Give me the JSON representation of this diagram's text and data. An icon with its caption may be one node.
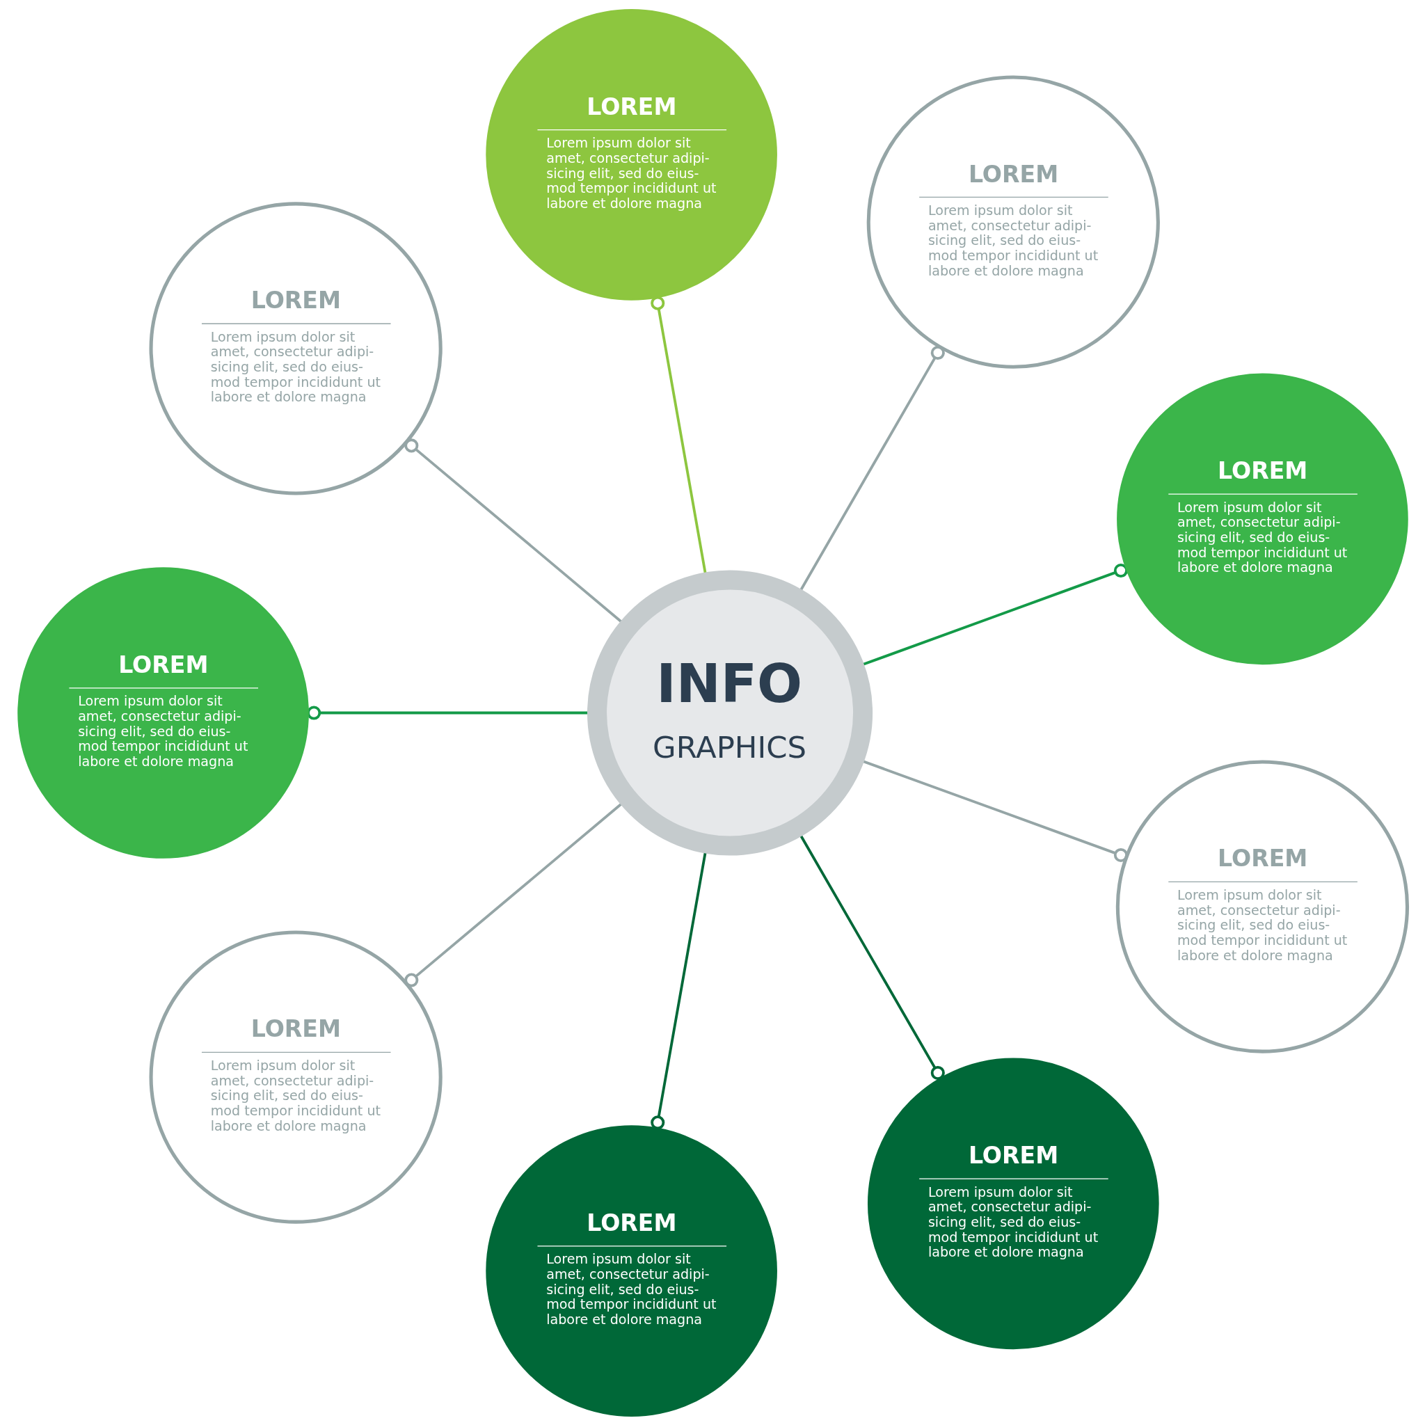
{
  "diagram": {
    "nodes": [
      {
        "text": [
          "INFO",
          "GRAPHICS"
        ]
      },
      {
        "text": [
          "LOREM",
          "Lorem ipsum dolor sit amet, consectetur adipi- sicing elit, sed do eius- mod tempor incididunt ut labore et dolore magna"
        ]
      },
      {
        "text": [
          "LOREM",
          "Lorem ipsum dolor sit amet, consectetur adipi- sicing elit, sed do eius- mod tempor incididunt ut labore et dolore magna"
        ]
      },
      {
        "text": [
          "LOREM",
          "Lorem ipsum dolor sit amet, consectetur adipi- sicing elit, sed do eius- mod tempor incididunt ut labore et dolore magna"
        ]
      },
      {
        "text": [
          "LOREM",
          "Lorem ipsum dolor sit amet, consectetur adipi- sicing elit, sed do eius- mod tempor incididunt ut labore et dolore magna"
        ]
      },
      {
        "text": [
          "LOREM",
          "Lorem ipsum dolor sit amet, consectetur adipi- sicing elit, sed do eius- mod tempor incididunt ut labore et dolore magna"
        ]
      },
      {
        "text": [
          "LOREM",
          "Lorem ipsum dolor sit amet, consectetur adipi- sicing elit, sed do eius- mod tempor incididunt ut labore et dolore magna"
        ]
      },
      {
        "text": [
          "LOREM",
          "Lorem ipsum dolor sit amet, consectetur adipi- sicing elit, sed do eius- mod tempor incididunt ut labore et dolore magna"
        ]
      },
      {
        "text": [
          "LOREM",
          "Lorem ipsum dolor sit amet, consectetur adipi- sicing elit, sed do eius- mod tempor incididunt ut labore et dolore magna"
        ]
      },
      {
        "text": [
          "LOREM",
          "Lorem ipsum dolor sit amet, consectetur adipi- sicing elit, sed do eius- mod tempor incididunt ut labore et dolore magna"
        ]
      }
    ],
    "edges": [
      {
        "from": 0,
        "to": 1,
        "arrow": "other",
        "color": "#8dc63f"
      },
      {
        "from": 0,
        "to": 2,
        "arrow": "other"
      },
      {
        "from": 0,
        "to": 3,
        "arrow": "other"
      },
      {
        "from": 0,
        "to": 4,
        "arrow": "other",
        "color": "#139a48"
      },
      {
        "from": 0,
        "to": 5,
        "arrow": "other",
        "color": "#139a48"
      },
      {
        "from": 0,
        "to": 6,
        "arrow": "other"
      },
      {
        "from": 0,
        "to": 7,
        "arrow": "other"
      },
      {
        "from": 0,
        "to": 8,
        "arrow": "other",
        "color": "#006838"
      },
      {
        "from": 0,
        "to": 9,
        "arrow": "other",
        "color": "#006838"
      }
    ]
  }
}
